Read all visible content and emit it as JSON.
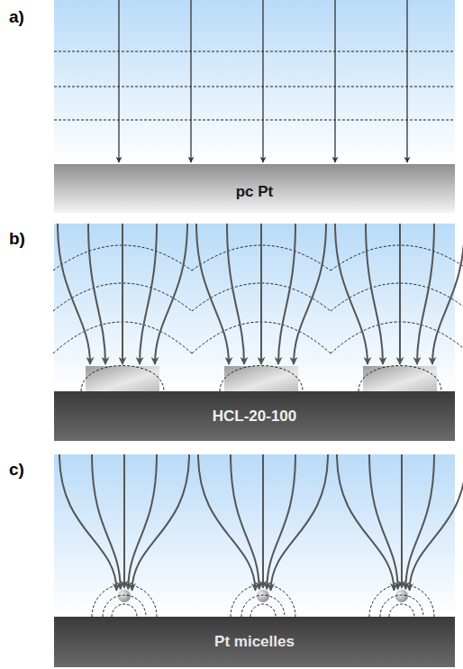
{
  "diagram": {
    "nodes": [
      {
        "text": [
          "pc Pt"
        ]
      },
      {
        "text": [
          "HCL-20-100"
        ]
      },
      {
        "text": [
          "Pt micelles"
        ]
      }
    ],
    "labels": [
      "a)",
      "b)",
      "c)"
    ]
  }
}
